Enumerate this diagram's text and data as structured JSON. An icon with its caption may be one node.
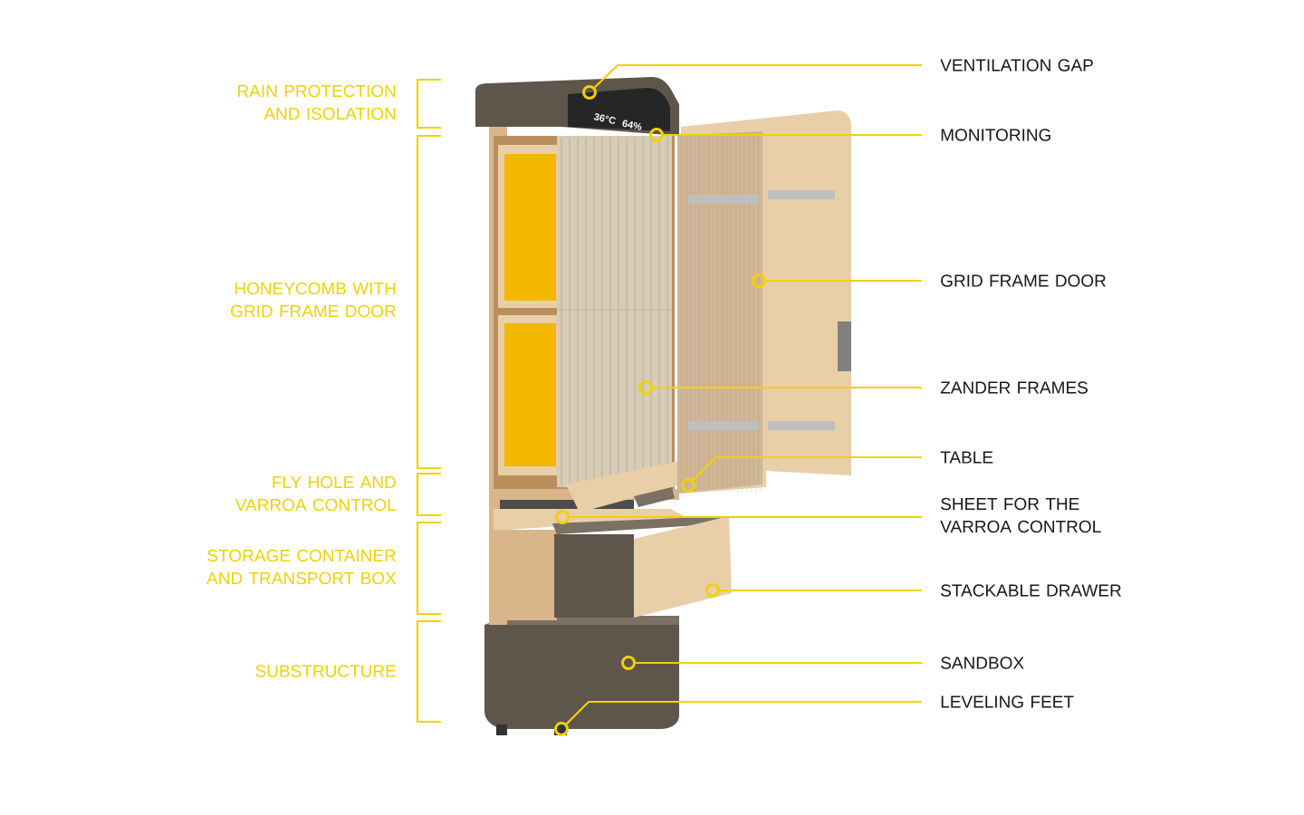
{
  "diagram": {
    "nodes": [
      {
        "text": [
          "VENTILATION GAP"
        ]
      },
      {
        "text": [
          "MONITORING"
        ]
      },
      {
        "text": [
          "GRID FRAME DOOR"
        ]
      },
      {
        "text": [
          "ZANDER FRAMES"
        ]
      },
      {
        "text": [
          "TABLE"
        ]
      },
      {
        "text": [
          "SHEET FOR THE VARROA CONTROL"
        ]
      },
      {
        "text": [
          "STACKABLE DRAWER"
        ]
      },
      {
        "text": [
          "SANDBOX"
        ]
      },
      {
        "text": [
          "LEVELING FEET"
        ]
      },
      {
        "text": [],
        "shape": "circle"
      },
      {
        "text": [],
        "shape": "circle"
      },
      {
        "text": [],
        "shape": "circle"
      },
      {
        "text": [],
        "shape": "circle"
      },
      {
        "text": [],
        "shape": "circle"
      },
      {
        "text": [],
        "shape": "circle"
      },
      {
        "text": [],
        "shape": "circle"
      },
      {
        "text": [],
        "shape": "circle"
      },
      {
        "text": [],
        "shape": "circle"
      }
    ],
    "edges": [
      {
        "from": 0,
        "to": 9,
        "arrow": "none"
      },
      {
        "from": 1,
        "to": 10,
        "arrow": "none"
      },
      {
        "from": 2,
        "to": 11,
        "arrow": "none"
      },
      {
        "from": 3,
        "to": 12,
        "arrow": "none"
      },
      {
        "from": 4,
        "to": 13,
        "arrow": "none"
      },
      {
        "from": 5,
        "to": 14,
        "arrow": "none"
      },
      {
        "from": 6,
        "to": 15,
        "arrow": "none"
      },
      {
        "from": 7,
        "to": 16,
        "arrow": "none"
      },
      {
        "from": 8,
        "to": 17,
        "arrow": "none"
      }
    ],
    "labels": [
      "RAIN PROTECTION AND ISOLATION",
      "36°C",
      "64%",
      "HONEYCOMB WITH GRID FRAME DOOR",
      "FLY HOLE AND VARROA CONTROL",
      "STORAGE CONTAINER AND TRANSPORT BOX",
      "SUBSTRUCTURE"
    ]
  }
}
